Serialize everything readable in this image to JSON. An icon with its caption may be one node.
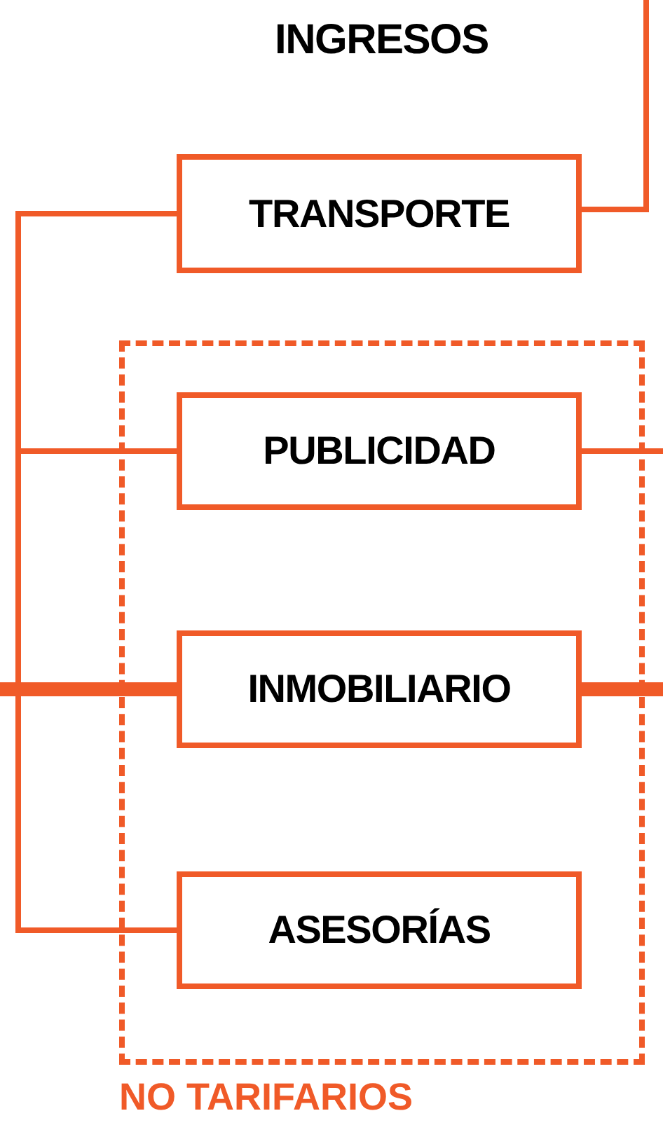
{
  "diagram": {
    "title": "INGRESOS",
    "nodes": [
      {
        "text": [
          "TRANSPORTE"
        ]
      },
      {
        "text": [
          "NO TARIFARIOS"
        ]
      },
      {
        "text": [
          "PUBLICIDAD"
        ],
        "in": 1
      },
      {
        "text": [
          "INMOBILIARIO"
        ],
        "in": 1
      },
      {
        "text": [
          "ASESORÍAS"
        ],
        "in": 1
      }
    ],
    "edges": [
      {
        "from": 0,
        "to": 2,
        "arrow": "none"
      },
      {
        "from": 0,
        "to": 4,
        "arrow": "none"
      },
      {
        "from": null,
        "to": 3,
        "arrow": "none",
        "style": "thick"
      },
      {
        "from": 3,
        "to": null,
        "arrow": "none",
        "style": "thick"
      },
      {
        "from": null,
        "to": 0,
        "arrow": "none"
      },
      {
        "from": 2,
        "to": null,
        "arrow": "none"
      }
    ]
  }
}
